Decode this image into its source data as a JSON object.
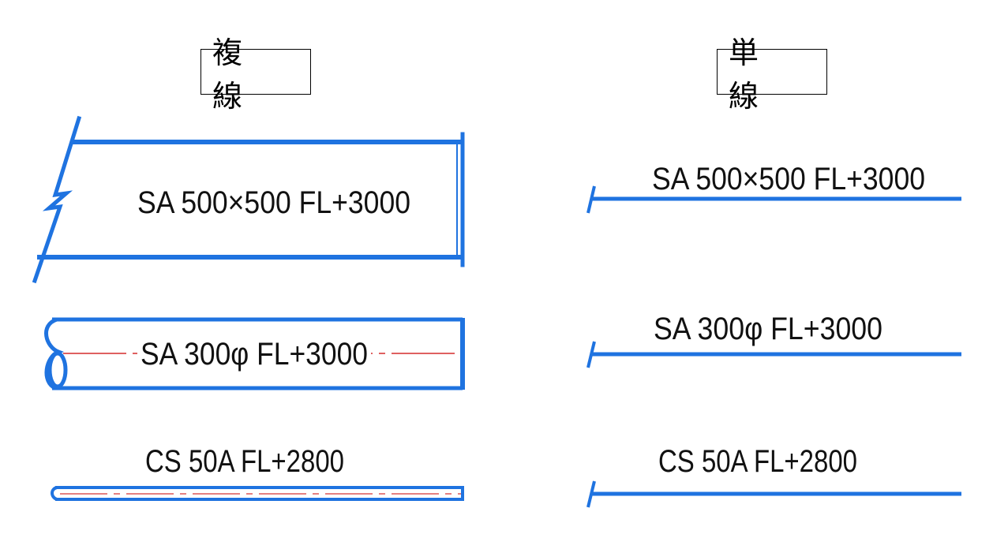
{
  "headers": {
    "double_line": "複 線",
    "single_line": "単 線"
  },
  "colors": {
    "duct_stroke": "#1f73e0",
    "center_line": "#cc0000",
    "text": "#111111"
  },
  "labels": {
    "rect_duct": "SA 500×500 FL+3000",
    "round_duct": "SA 300φ FL+3000",
    "pipe": "CS 50A FL+2800"
  }
}
